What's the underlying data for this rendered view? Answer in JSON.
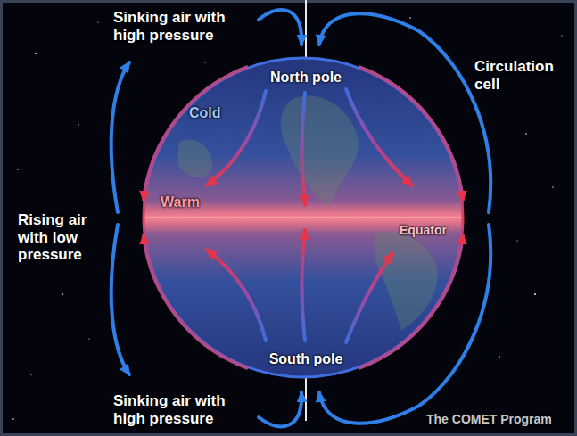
{
  "diagram": {
    "labels": [
      "Sinking air with high pressure",
      "North pole",
      "Circulation cell",
      "Cold",
      "Warm",
      "Rising air with low pressure",
      "Equator",
      "South pole",
      "Sinking air with high pressure",
      "The COMET Program"
    ]
  }
}
